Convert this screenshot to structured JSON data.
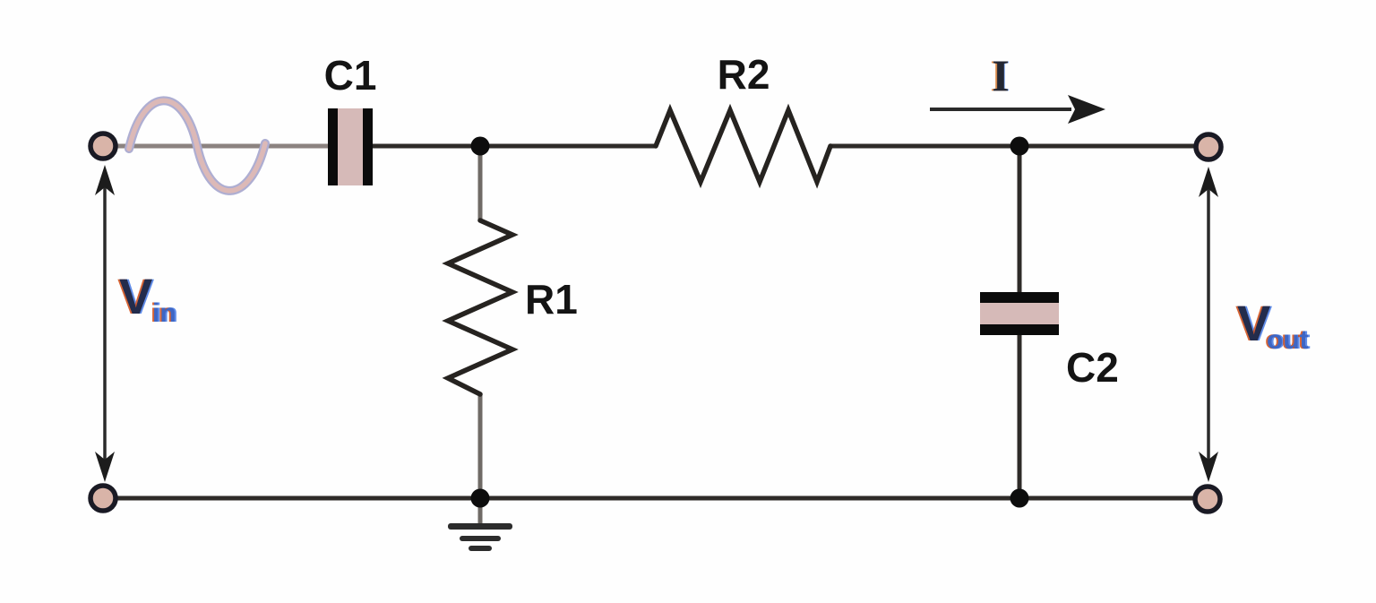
{
  "diagram": {
    "labels": {
      "c1": "C1",
      "r1": "R1",
      "r2": "R2",
      "c2": "C2",
      "current": "I",
      "vin_main": "V",
      "vin_sub": "in",
      "vout_main": "V",
      "vout_sub": "out"
    },
    "colors": {
      "wire": "#2e2b28",
      "wire_light": "#8c8380",
      "terminal_fill": "#d9b4a8",
      "terminal_stroke": "#1a1a24",
      "capacitor_fill": "#d6bab8",
      "capacitor_plate": "#0b0b0b",
      "sine_outer": "#aeaed2",
      "sine_inner": "#dcb9b7",
      "component_label": "#141414",
      "voltage_label": "#232c4c",
      "voltage_sub": "#3e66c4",
      "current_label": "#232733"
    }
  }
}
